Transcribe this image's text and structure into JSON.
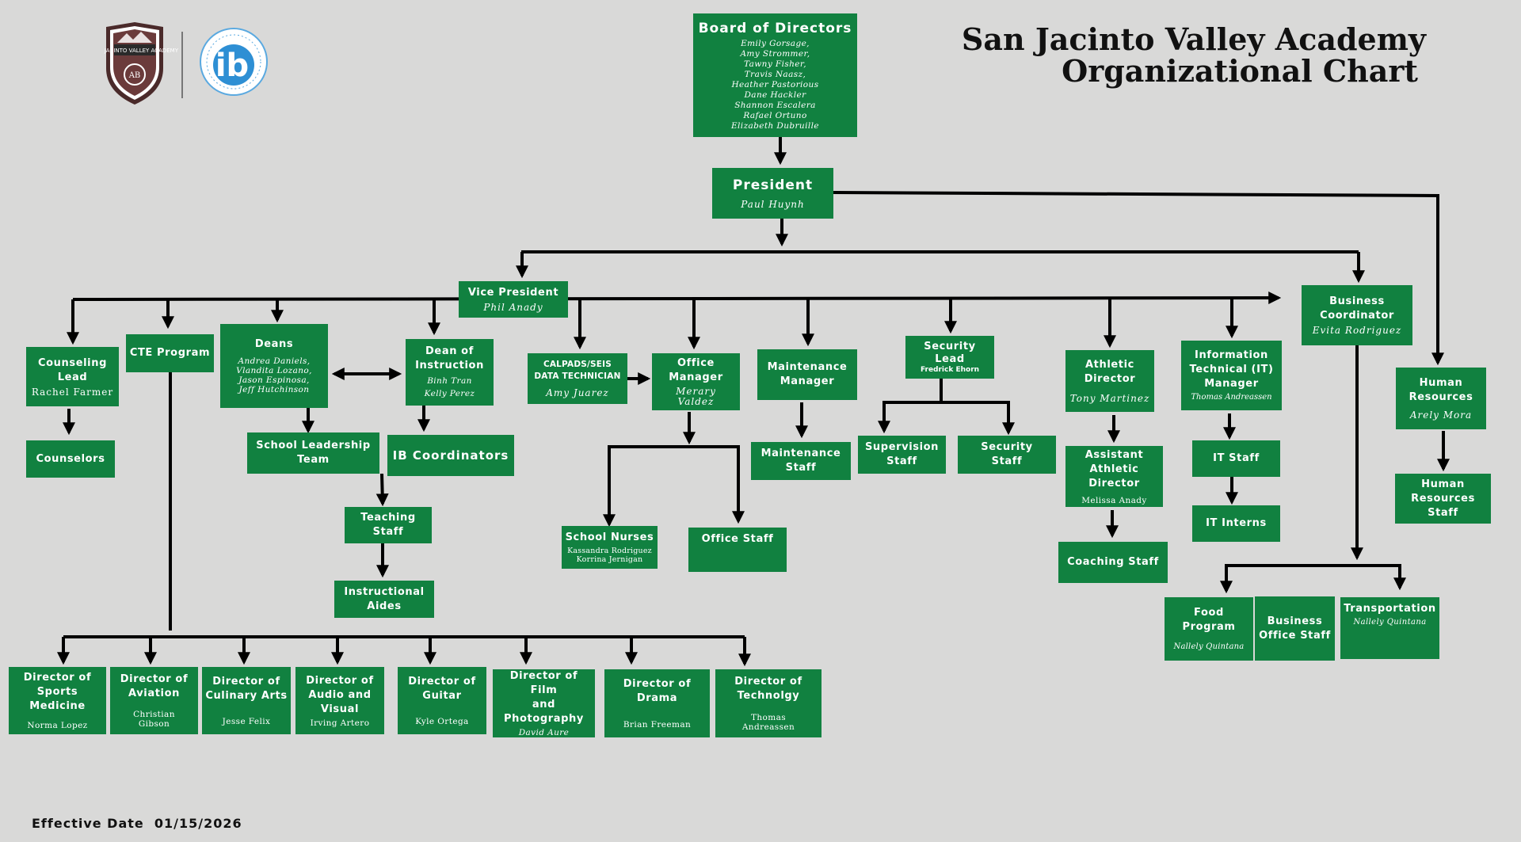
{
  "title": {
    "line1": "San Jacinto Valley Academy",
    "line2": "Organizational Chart"
  },
  "effective_date": {
    "label": "Effective Date",
    "value": "01/15/2026"
  },
  "logos": {
    "school_crest": {
      "icon": "school-crest-icon",
      "text": "SAN JACINTO VALLEY ACADEMY"
    },
    "ib": {
      "icon": "ib-world-school-icon",
      "text": "ib"
    }
  },
  "colors": {
    "box": "#118140",
    "background": "#d9d9d8",
    "line": "#000000"
  },
  "nodes": {
    "board": {
      "title": "Board of Directors",
      "names": "Emily Gorsage,\nAmy Strommer,\nTawny Fisher,\nTravis Naasz,\nHeather Pastorious\nDane Hackler\nShannon Escalera\nRafael Ortuno\nElizabeth Dubruille"
    },
    "president": {
      "title": "President",
      "names": "Paul Huynh"
    },
    "vice_president": {
      "title": "Vice President",
      "names": "Phil Anady"
    },
    "business_coordinator": {
      "title": "Business\nCoordinator",
      "names": "Evita Rodriguez"
    },
    "human_resources": {
      "title": "Human\nResources",
      "names": "Arely Mora"
    },
    "human_resources_staff": {
      "title": "Human\nResources\nStaff",
      "names": ""
    },
    "counseling_lead": {
      "title": "Counseling\nLead",
      "names": "Rachel Farmer"
    },
    "counselors": {
      "title": "Counselors",
      "names": ""
    },
    "cte_program": {
      "title": "CTE Program",
      "names": ""
    },
    "deans": {
      "title": "Deans",
      "names": "Andrea Daniels,\nVlandita Lozano,\nJason Espinosa,\nJeff Hutchinson"
    },
    "dean_instruction": {
      "title": "Dean of\nInstruction",
      "names": "Binh Tran\nKelly Perez"
    },
    "school_leadership": {
      "title": "School Leadership\nTeam",
      "names": ""
    },
    "ib_coordinators": {
      "title": "IB Coordinators",
      "names": ""
    },
    "teaching_staff": {
      "title": "Teaching\nStaff",
      "names": ""
    },
    "instructional_aides": {
      "title": "Instructional\nAides",
      "names": ""
    },
    "calpads": {
      "title": "CALPADS/SEIS\nDATA TECHNICIAN",
      "names": "Amy Juarez"
    },
    "office_manager": {
      "title": "Office\nManager",
      "names": "Merary\nValdez"
    },
    "school_nurses": {
      "title": "School Nurses",
      "names": "Kassandra Rodriguez\nKorrina Jernigan"
    },
    "office_staff": {
      "title": "Office Staff",
      "names": ""
    },
    "maintenance_manager": {
      "title": "Maintenance\nManager",
      "names": ""
    },
    "maintenance_staff": {
      "title": "Maintenance\nStaff",
      "names": ""
    },
    "security_lead": {
      "title": "Security\nLead",
      "names": "Fredrick Ehorn"
    },
    "supervision_staff": {
      "title": "Supervision\nStaff",
      "names": ""
    },
    "security_staff": {
      "title": "Security\nStaff",
      "names": ""
    },
    "athletic_director": {
      "title": "Athletic\nDirector",
      "names": "Tony Martinez"
    },
    "assistant_athletic": {
      "title": "Assistant\nAthletic Director",
      "names": "Melissa Anady"
    },
    "coaching_staff": {
      "title": "Coaching Staff",
      "names": ""
    },
    "it_manager": {
      "title": "Information\nTechnical (IT)\nManager",
      "names": "Thomas Andreassen"
    },
    "it_staff": {
      "title": "IT Staff",
      "names": ""
    },
    "it_interns": {
      "title": "IT Interns",
      "names": ""
    },
    "food_program": {
      "title": "Food\nProgram",
      "names": "Nallely Quintana"
    },
    "business_office_staff": {
      "title": "Business\nOffice Staff",
      "names": ""
    },
    "transportation": {
      "title": "Transportation",
      "names": "Nallely Quintana"
    },
    "dir_sports_medicine": {
      "title": "Director of\nSports Medicine",
      "names": "Norma Lopez"
    },
    "dir_aviation": {
      "title": "Director of\nAviation",
      "names": "Christian\nGibson"
    },
    "dir_culinary": {
      "title": "Director of\nCulinary Arts",
      "names": "Jesse Felix"
    },
    "dir_audio_visual": {
      "title": "Director of\nAudio and\nVisual",
      "names": "Irving Artero"
    },
    "dir_guitar": {
      "title": "Director of\nGuitar",
      "names": "Kyle Ortega"
    },
    "dir_film": {
      "title": "Director of Film\nand\nPhotography",
      "names": "David Aure"
    },
    "dir_drama": {
      "title": "Director of\nDrama",
      "names": "Brian Freeman"
    },
    "dir_technology": {
      "title": "Director of\nTechnolgy",
      "names": "Thomas\nAndreassen"
    }
  }
}
